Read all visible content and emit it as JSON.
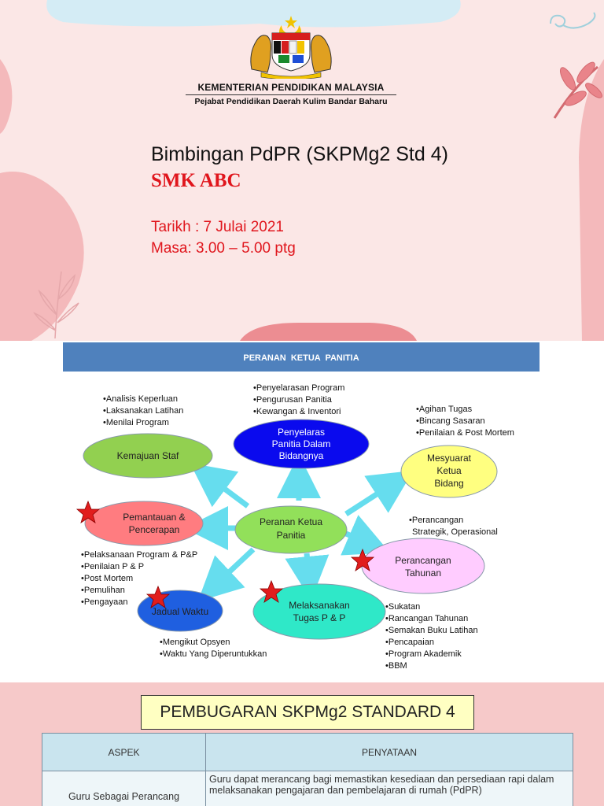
{
  "slide1": {
    "ministry": "KEMENTERIAN PENDIDIKAN MALAYSIA",
    "district": "Pejabat Pendidikan Daerah Kulim Bandar Baharu",
    "title": "Bimbingan PdPR (SKPMg2 Std 4)",
    "school": "SMK ABC",
    "date": "Tarikh : 7 Julai 2021",
    "time": "Masa: 3.00 – 5.00 ptg",
    "accent_red": "#e0161d",
    "background": "#fbe7e6"
  },
  "slide2": {
    "header": "PERANAN  KETUA  PANITIA",
    "center": "Peranan Ketua Panitia",
    "nodes": {
      "kemajuan": "Kemajuan Staf",
      "penyelaras": "Penyelaras Panitia Dalam Bidangnya",
      "mesyuarat": "Mesyuarat Ketua Bidang",
      "pemantauan": "Pemantauan & Pencerapan",
      "perancangan": "Perancangan Tahunan",
      "jadual": "Jadual Waktu",
      "melaksanakan": "Melaksanakan Tugas P & P"
    },
    "notes": {
      "kemajuan": [
        "•Analisis Keperluan",
        "•Laksanakan Latihan",
        "•Menilai Program"
      ],
      "penyelaras": [
        "•Penyelarasan Program",
        "•Pengurusan Panitia",
        "•Kewangan & Inventori"
      ],
      "mesyuarat": [
        "•Agihan Tugas",
        "•Bincang Sasaran",
        "•Penilaian & Post Mortem"
      ],
      "pemantauan": [
        "•Pelaksanaan Program & P&P",
        "•Penilaian P & P",
        "•Post Mortem",
        "•Pemulihan",
        "•Pengayaan"
      ],
      "perancangan": [
        "•Perancangan",
        "Strategik, Operasional"
      ],
      "jadual": [
        "•Mengikut Opsyen",
        "•Waktu Yang Diperuntukkan"
      ],
      "melaksanakan": [
        "•Sukatan",
        "•Rancangan Tahunan",
        "•Semakan Buku Latihan",
        "•Pencapaian",
        "•Program Akademik",
        "•BBM"
      ]
    },
    "colors": {
      "header_bar": "#4f81bd",
      "center": "#92e05a",
      "kemajuan": "#92d050",
      "penyelaras": "#0a0aee",
      "mesyuarat": "#ffff80",
      "pemantauan": "#ff7c80",
      "perancangan": "#ffccff",
      "jadual": "#1f5fe0",
      "melaksanakan": "#2fe8c8",
      "arrow": "#66ddee",
      "star": "#e11d1d"
    }
  },
  "slide3": {
    "standard_title": "PEMBUGARAN SKPMg2 STANDARD 4",
    "table": {
      "headers": [
        "ASPEK",
        "PENYATAAN"
      ],
      "rows": [
        [
          "Guru Sebagai Perancang",
          "Guru dapat merancang bagi memastikan kesediaan dan persediaan rapi dalam melaksanakan pengajaran dan pembelajaran di rumah (PdPR)"
        ]
      ]
    }
  }
}
